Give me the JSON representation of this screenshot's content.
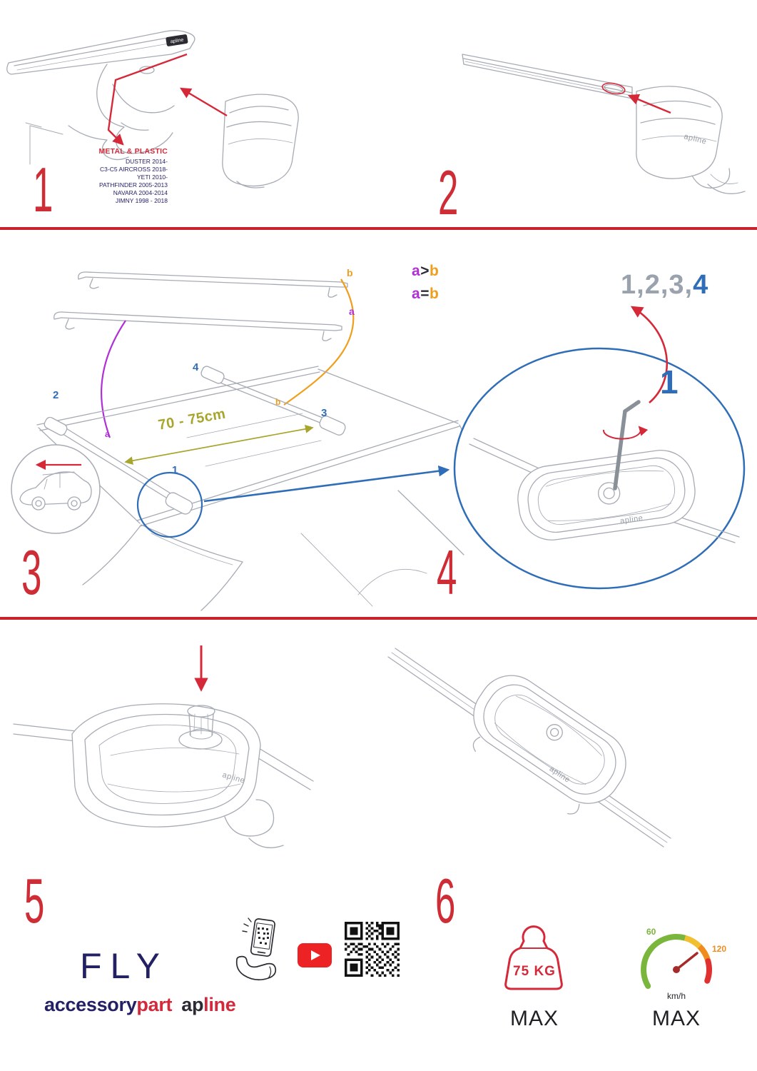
{
  "colors": {
    "accent_red": "#d5293a",
    "accent_blue": "#2f6db8",
    "accent_purple": "#b02fd6",
    "accent_orange": "#f09e1e",
    "accent_olive": "#a8a52c",
    "brand_navy": "#232064"
  },
  "brand": {
    "mark": "apline"
  },
  "steps": {
    "n1": "1",
    "n2": "2",
    "n3": "3",
    "n4": "4",
    "n5": "5",
    "n6": "6"
  },
  "step1": {
    "material": "METAL & PLASTIC",
    "vehicles": [
      "DUSTER 2014-",
      "C3-C5 AIRCROSS 2018-",
      "YETI 2010-",
      "PATHFINDER 2005-2013",
      "NAVARA 2004-2014",
      "JIMNY 1998 - 2018"
    ]
  },
  "step3": {
    "bar_a": "a",
    "bar_b": "b",
    "legend_gt": {
      "a": "a",
      "op": ">",
      "b": "b"
    },
    "legend_eq": {
      "a": "a",
      "op": "=",
      "b": "b"
    },
    "distance": "70 - 75cm",
    "pos1": "1",
    "pos2": "2",
    "pos3": "3",
    "pos4": "4",
    "roof_a": "a",
    "roof_b": "b"
  },
  "step4": {
    "sequence_gray": "1,2,3,",
    "sequence_blue": "4",
    "callout": "1"
  },
  "footer": {
    "fly": "FLY",
    "brand1_dark": "accessory",
    "brand1_red": "part",
    "brand2_dark": "ap",
    "brand2_red": "line",
    "weight_value": "75 KG",
    "weight_max": "MAX",
    "speed_60": "60",
    "speed_120": "120",
    "speed_unit": "km/h",
    "speed_max": "MAX"
  }
}
